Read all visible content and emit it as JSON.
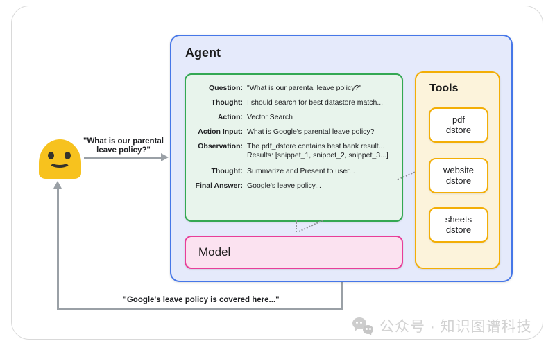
{
  "user": {
    "request_line1": "\"What is our parental",
    "request_line2": "leave policy?\"",
    "response_text": "\"Google's leave policy is covered here...\""
  },
  "agent": {
    "title": "Agent",
    "model_title": "Model",
    "trace_rows": [
      {
        "label": "Question:",
        "value": "\"What is our parental leave policy?\""
      },
      {
        "label": "Thought:",
        "value": "I should search for best datastore match..."
      },
      {
        "label": "Action:",
        "value": "Vector Search"
      },
      {
        "label": "Action Input:",
        "value": "What is Google's parental leave policy?"
      },
      {
        "label": "Observation:",
        "value": "The pdf_dstore contains best bank result...",
        "value_line2": "Results: [snippet_1, snippet_2, snippet_3...]"
      },
      {
        "label": "Thought:",
        "value": "Summarize and Present to user..."
      },
      {
        "label": "Final Answer:",
        "value": "Google's leave policy..."
      }
    ]
  },
  "tools": {
    "title": "Tools",
    "items": [
      {
        "line1": "pdf",
        "line2": "dstore"
      },
      {
        "line1": "website",
        "line2": "dstore"
      },
      {
        "line1": "sheets",
        "line2": "dstore"
      }
    ]
  },
  "watermark": {
    "icon": "wechat-icon",
    "text": "公众号 · 知识图谱科技"
  },
  "colors": {
    "agent_border": "#4677E8",
    "agent_bg": "#E5EAFB",
    "trace_border": "#34A853",
    "trace_bg": "#E8F4EC",
    "model_border": "#E83E99",
    "model_bg": "#FBE2F0",
    "tools_border": "#F3AE06",
    "tools_bg": "#FCF3DB",
    "arrow_gray": "#9AA0A6",
    "smiley_yellow": "#F7C21E",
    "watermark_gray": "#D2D2D2"
  }
}
